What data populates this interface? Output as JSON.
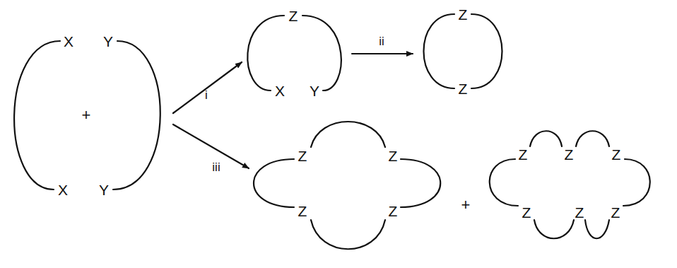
{
  "diagram": {
    "labels": [
      "X",
      "Y",
      "+",
      "X",
      "Y",
      "i",
      "iii",
      "Z",
      "X",
      "Y",
      "ii",
      "Z",
      "Z",
      "Z",
      "Z",
      "Z",
      "Z",
      "+",
      "Z",
      "Z",
      "Z",
      "Z",
      "Z",
      "Z"
    ]
  }
}
